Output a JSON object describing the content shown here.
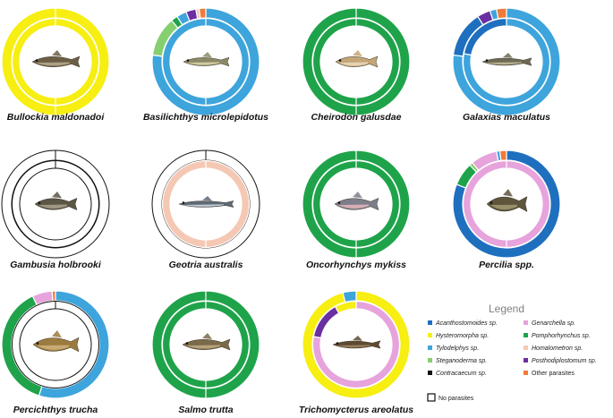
{
  "chart_data": {
    "type": "pie",
    "description_kind": "double-ring donut charts per fish species",
    "parasites": [
      {
        "key": "acan",
        "label": "Acanthostomoides sp.",
        "color": "#1f6fbf"
      },
      {
        "key": "gen",
        "label": "Genarchella sp.",
        "color": "#e6a3dc"
      },
      {
        "key": "hys",
        "label": "Hysteromorpha sp.",
        "color": "#f7ee12"
      },
      {
        "key": "pomph",
        "label": "Pomphorhynchus sp.",
        "color": "#1fa34a"
      },
      {
        "key": "tylo",
        "label": "Tylodelphys sp.",
        "color": "#3ea4dc"
      },
      {
        "key": "homa",
        "label": "Homalometron sp.",
        "color": "#f5c8b4"
      },
      {
        "key": "steg",
        "label": "Steganoderma sp.",
        "color": "#86cf70"
      },
      {
        "key": "posth",
        "label": "Posthodiplostomum sp.",
        "color": "#6a2fa0"
      },
      {
        "key": "cont",
        "label": "Contracaecum sp.",
        "color": "#111111"
      },
      {
        "key": "other",
        "label": "Other parasites",
        "color": "#f07a3a"
      },
      {
        "key": "none",
        "label": "No parasites",
        "color": "#ffffff"
      }
    ],
    "species": [
      {
        "name": "Bullockia maldonadoi",
        "outer": [
          {
            "p": "hys",
            "v": 100
          }
        ],
        "inner": [
          {
            "p": "hys",
            "v": 100
          }
        ]
      },
      {
        "name": "Basilichthys microlepidotus",
        "outer": [
          {
            "p": "tylo",
            "v": 77
          },
          {
            "p": "steg",
            "v": 12
          },
          {
            "p": "pomph",
            "v": 2
          },
          {
            "p": "tylo",
            "v": 3
          },
          {
            "p": "posth",
            "v": 3
          },
          {
            "p": "homa",
            "v": 1
          },
          {
            "p": "other",
            "v": 2
          }
        ],
        "inner": [
          {
            "p": "tylo",
            "v": 100
          }
        ]
      },
      {
        "name": "Cheirodon galusdae",
        "outer": [
          {
            "p": "pomph",
            "v": 100
          }
        ],
        "inner": [
          {
            "p": "pomph",
            "v": 100
          }
        ]
      },
      {
        "name": "Galaxias maculatus",
        "outer": [
          {
            "p": "tylo",
            "v": 77
          },
          {
            "p": "acan",
            "v": 14
          },
          {
            "p": "posth",
            "v": 4
          },
          {
            "p": "tylo",
            "v": 2
          },
          {
            "p": "other",
            "v": 3
          }
        ],
        "inner": [
          {
            "p": "tylo",
            "v": 78
          },
          {
            "p": "acan",
            "v": 22
          }
        ]
      },
      {
        "name": "Gambusia holbrooki",
        "outer": [
          {
            "p": "none",
            "v": 100
          }
        ],
        "inner": [
          {
            "p": "none",
            "v": 100
          }
        ]
      },
      {
        "name": "Geotria australis",
        "outer": [
          {
            "p": "none",
            "v": 100
          }
        ],
        "inner": [
          {
            "p": "homa",
            "v": 100
          }
        ]
      },
      {
        "name": "Oncorhynchys mykiss",
        "outer": [
          {
            "p": "pomph",
            "v": 100
          }
        ],
        "inner": [
          {
            "p": "pomph",
            "v": 100
          }
        ]
      },
      {
        "name": "Percilia spp.",
        "outer": [
          {
            "p": "acan",
            "v": 81
          },
          {
            "p": "pomph",
            "v": 7
          },
          {
            "p": "steg",
            "v": 1
          },
          {
            "p": "gen",
            "v": 8
          },
          {
            "p": "tylo",
            "v": 1
          },
          {
            "p": "other",
            "v": 2
          }
        ],
        "inner": [
          {
            "p": "gen",
            "v": 100
          }
        ]
      },
      {
        "name": "Percichthys trucha",
        "outer": [
          {
            "p": "tylo",
            "v": 55
          },
          {
            "p": "pomph",
            "v": 38
          },
          {
            "p": "gen",
            "v": 6
          },
          {
            "p": "other",
            "v": 1
          }
        ],
        "inner": [
          {
            "p": "none",
            "v": 100
          }
        ]
      },
      {
        "name": "Salmo trutta",
        "outer": [
          {
            "p": "pomph",
            "v": 100
          }
        ],
        "inner": [
          {
            "p": "pomph",
            "v": 100
          }
        ]
      },
      {
        "name": "Trichomycterus areolatus",
        "outer": [
          {
            "p": "hys",
            "v": 96
          },
          {
            "p": "tylo",
            "v": 4
          }
        ],
        "inner": [
          {
            "p": "gen",
            "v": 78
          },
          {
            "p": "posth",
            "v": 14
          },
          {
            "p": "hys",
            "v": 8
          }
        ]
      }
    ],
    "legend": {
      "title": "Legend",
      "position": "bottom-right"
    }
  }
}
